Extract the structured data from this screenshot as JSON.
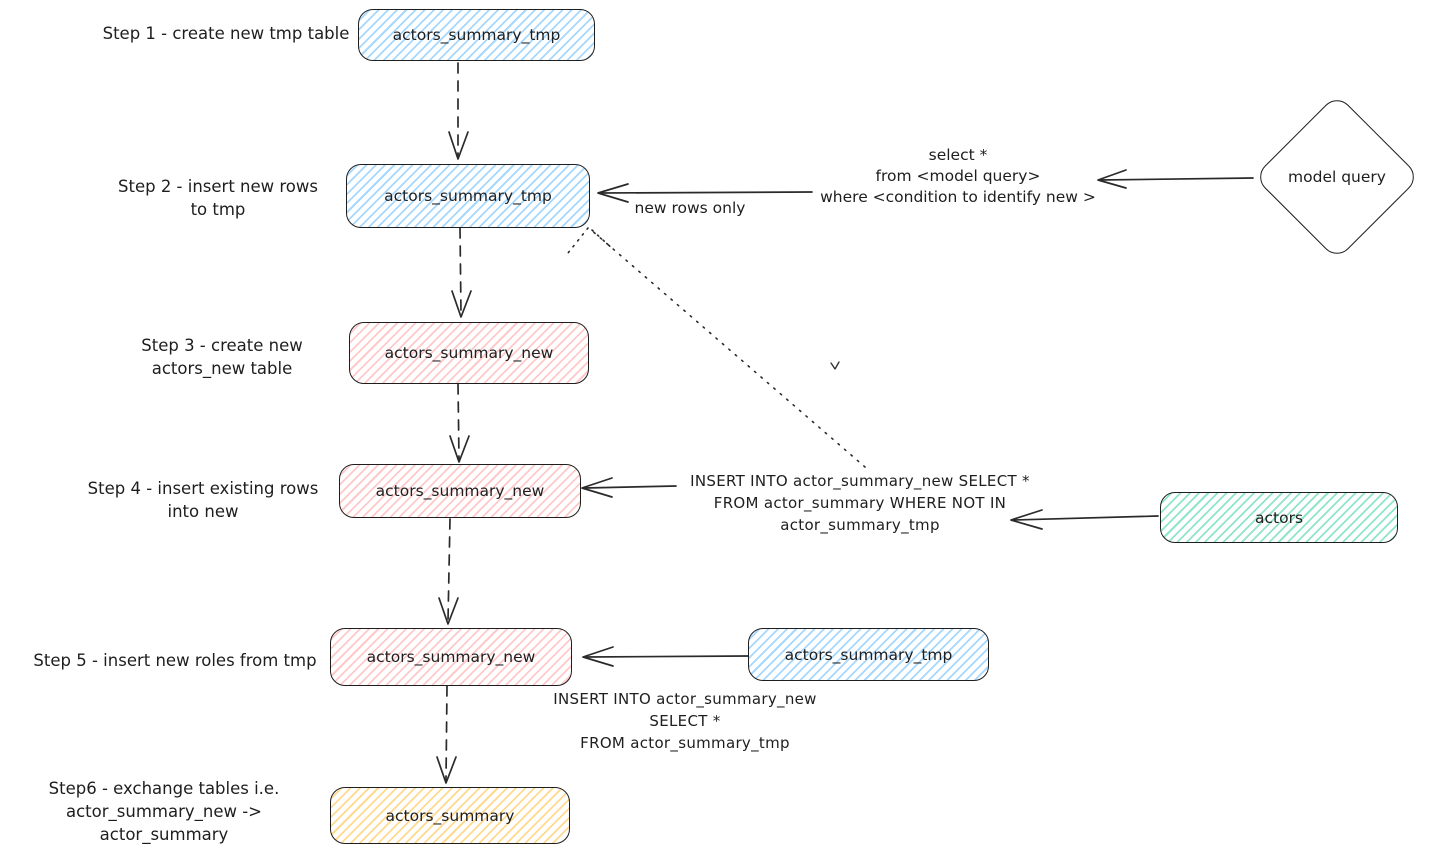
{
  "steps": [
    {
      "lines": [
        "Step 1 - create new tmp table"
      ]
    },
    {
      "lines": [
        "Step 2 - insert new rows",
        "to tmp"
      ]
    },
    {
      "lines": [
        "Step 3 - create new",
        "actors_new table"
      ]
    },
    {
      "lines": [
        "Step 4 - insert existing rows",
        "into new"
      ]
    },
    {
      "lines": [
        "Step 5 - insert new roles from tmp"
      ]
    },
    {
      "lines": [
        "Step6 - exchange tables i.e.",
        "actor_summary_new -> actor_summary"
      ]
    }
  ],
  "nodes": {
    "tmp_table_step1": {
      "label": "actors_summary_tmp",
      "color": "blue"
    },
    "tmp_table_step2": {
      "label": "actors_summary_tmp",
      "color": "blue"
    },
    "new_table_step3": {
      "label": "actors_summary_new",
      "color": "red"
    },
    "new_table_step4": {
      "label": "actors_summary_new",
      "color": "red"
    },
    "new_table_step5": {
      "label": "actors_summary_new",
      "color": "red"
    },
    "summary_table_step6": {
      "label": "actors_summary",
      "color": "yellow"
    },
    "tmp_source_step5": {
      "label": "actors_summary_tmp",
      "color": "blue"
    },
    "actors_source": {
      "label": "actors",
      "color": "green"
    },
    "model_query": {
      "label": "model query",
      "shape": "diamond"
    }
  },
  "annotations": {
    "select_query": {
      "lines": [
        "select *",
        "from <model query>",
        "where <condition to identify new >"
      ]
    },
    "new_rows_only": "new rows only",
    "insert_existing_sql": {
      "lines": [
        "INSERT INTO actor_summary_new SELECT *",
        "FROM actor_summary WHERE NOT IN",
        "actor_summary_tmp"
      ]
    },
    "insert_from_tmp_sql": {
      "lines": [
        "INSERT INTO actor_summary_new",
        "SELECT *",
        "FROM actor_summary_tmp"
      ]
    }
  },
  "colors": {
    "stroke": "#1e1e1e",
    "blue_fill": "#a5d8ff",
    "red_fill": "#ffc9c9",
    "green_fill": "#8fe5c9",
    "yellow_fill": "#ffd98e"
  }
}
